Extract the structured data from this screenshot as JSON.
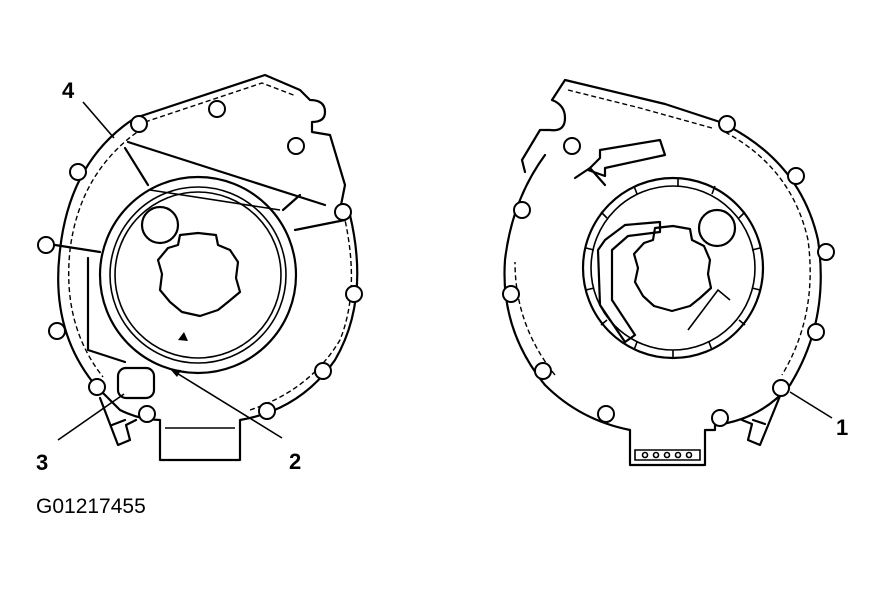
{
  "callouts": {
    "c1": "1",
    "c2": "2",
    "c3": "3",
    "c4": "4"
  },
  "figure_id": "G01217455",
  "colors": {
    "ink": "#000000",
    "paper": "#ffffff"
  }
}
